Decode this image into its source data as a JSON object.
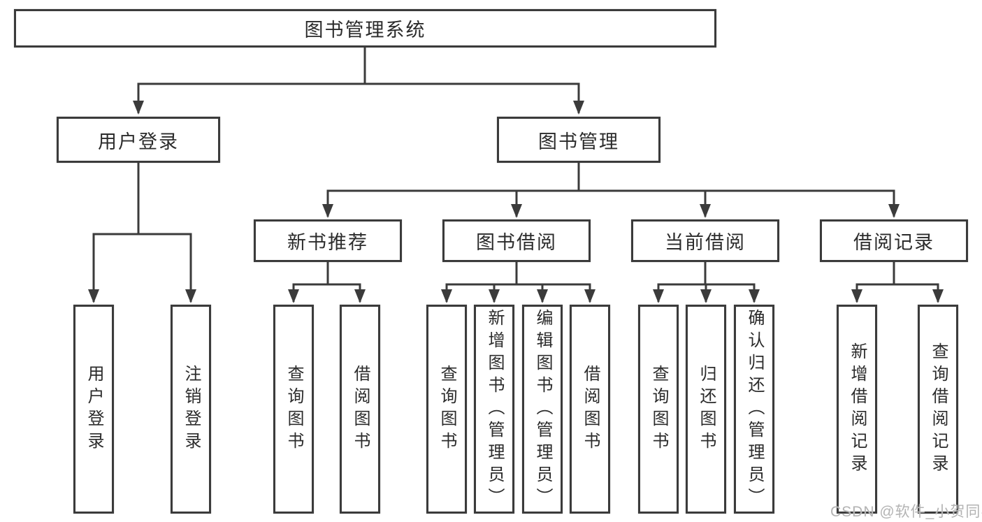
{
  "diagram": {
    "root": {
      "label": "图书管理系统"
    },
    "level2": [
      {
        "label": "用户登录"
      },
      {
        "label": "图书管理"
      }
    ],
    "level3": [
      {
        "label": "新书推荐"
      },
      {
        "label": "图书借阅"
      },
      {
        "label": "当前借阅"
      },
      {
        "label": "借阅记录"
      }
    ],
    "leaves": [
      {
        "label": "用户登录"
      },
      {
        "label": "注销登录"
      },
      {
        "label": "查询图书"
      },
      {
        "label": "借阅图书"
      },
      {
        "label": "查询图书"
      },
      {
        "label": "新增图书（管理员）"
      },
      {
        "label": "编辑图书（管理员）"
      },
      {
        "label": "借阅图书"
      },
      {
        "label": "查询图书"
      },
      {
        "label": "归还图书"
      },
      {
        "label": "确认归还（管理员）"
      },
      {
        "label": "新增借阅记录"
      },
      {
        "label": "查询借阅记录"
      }
    ]
  },
  "watermark": {
    "text": "CSDN @软件_小贺同学"
  },
  "colors": {
    "line": "#3b3b3b",
    "text": "#2b2b2b",
    "watermark": "#b3b3b3",
    "background": "#ffffff"
  }
}
